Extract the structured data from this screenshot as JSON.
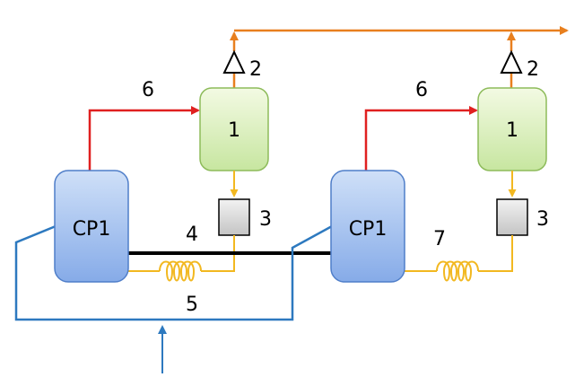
{
  "diagram": {
    "cp_blocks": [
      {
        "label": "CP1"
      },
      {
        "label": "CP1"
      }
    ],
    "green_blocks": [
      {
        "label": "1"
      },
      {
        "label": "1"
      }
    ],
    "gray_blocks": [
      {
        "label": "3"
      },
      {
        "label": "3"
      }
    ],
    "amplifier_labels": [
      {
        "label": "2"
      },
      {
        "label": "2"
      }
    ],
    "line_labels": {
      "red_left": "6",
      "red_right": "6",
      "black_link": "4",
      "blue_loop": "5",
      "coil_right": "7"
    },
    "colors": {
      "cp_fill_top": "#c6d8f5",
      "cp_fill_bottom": "#7fa7e6",
      "cp_stroke": "#4f7ec9",
      "green_fill_top": "#eef8d8",
      "green_fill_bottom": "#c9e8a2",
      "green_stroke": "#8dbb5a",
      "gray_fill_top": "#efefef",
      "gray_fill_bottom": "#c9c9c9",
      "red_line": "#e02020",
      "orange_line": "#e87f1e",
      "yellow_line": "#f2b820",
      "blue_line": "#2d79bf",
      "black_line": "#000000"
    }
  }
}
